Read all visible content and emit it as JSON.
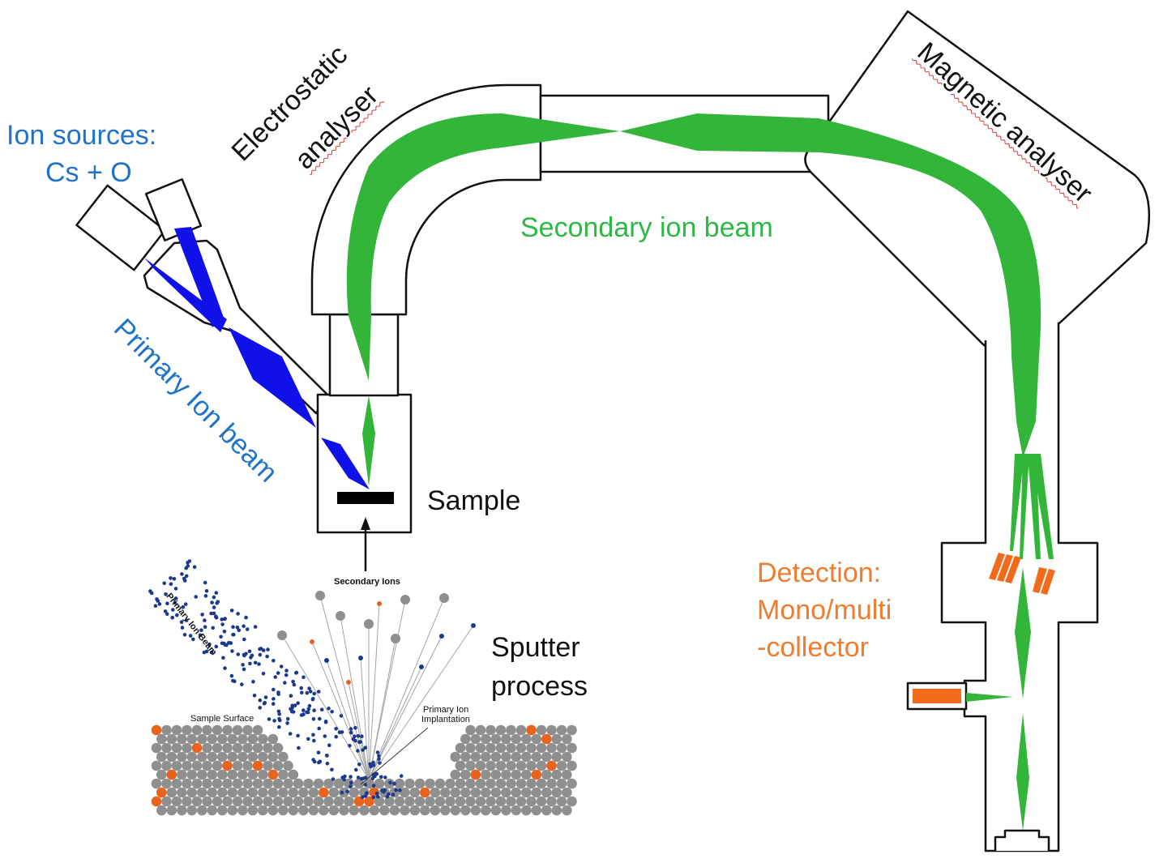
{
  "labels": {
    "ion_sources_line1": "Ion sources:",
    "ion_sources_line2": "Cs + O",
    "electrostatic_line1": "Electrostatic",
    "electrostatic_line2": "analyser",
    "magnetic": "Magnetic analyser",
    "secondary_ion_beam": "Secondary ion beam",
    "primary_ion_beam": "Primary Ion beam",
    "sample": "Sample",
    "detection_line1": "Detection:",
    "detection_line2": "Mono/multi",
    "detection_line3": "-collector",
    "sputter_line1": "Sputter",
    "sputter_line2": "process"
  },
  "inset": {
    "secondary_ions": "Secondary Ions",
    "primary_ion_beam": "Primary Ion Beam",
    "sample_surface": "Sample Surface",
    "implantation_line1": "Primary Ion",
    "implantation_line2": "Implantation"
  },
  "colors": {
    "primary_beam": "#1010e8",
    "secondary_beam": "#33b53a",
    "detector": "#f26a1b",
    "atom": "#8f8f8f",
    "dopant": "#e8641e",
    "primary_ion_dot": "#1c3a8c",
    "label_blue": "#1f73c8",
    "label_orange": "#ee7d31"
  }
}
